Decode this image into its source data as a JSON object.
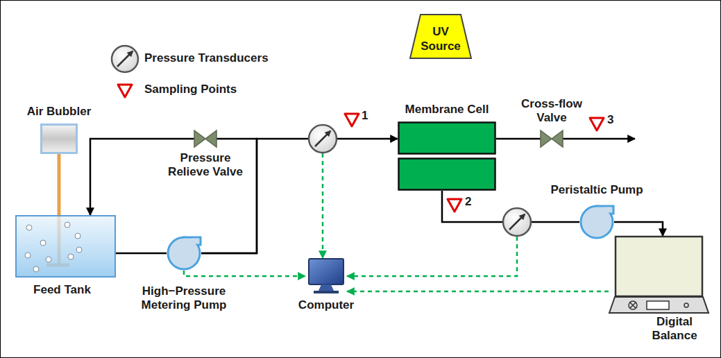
{
  "diagram": {
    "nodes": [
      {
        "text": [
          "Air Bubbler"
        ]
      },
      {
        "text": [
          "Pressure Relieve Valve"
        ]
      },
      {
        "text": [
          "UV Source"
        ]
      },
      {
        "text": [
          "Membrane Cell"
        ]
      },
      {
        "text": [
          "Cross-flow Valve"
        ]
      },
      {
        "text": [
          "Feed Tank"
        ]
      },
      {
        "text": [
          "High−Pressure Metering Pump"
        ]
      },
      {
        "text": [
          "Computer"
        ]
      },
      {
        "text": [
          "Peristaltic Pump"
        ]
      },
      {
        "text": [
          "Digital Balance"
        ]
      }
    ],
    "edges": [
      {
        "from": 0,
        "to": 5,
        "arrow": "none"
      },
      {
        "from": 5,
        "to": 6,
        "arrow": "none"
      },
      {
        "from": 6,
        "to": 1,
        "arrow": "none"
      },
      {
        "from": 1,
        "to": 5,
        "arrow": "to"
      },
      {
        "from": 6,
        "to": 3,
        "arrow": "to"
      },
      {
        "from": 3,
        "to": 4,
        "arrow": "none"
      },
      {
        "from": 3,
        "to": 8,
        "arrow": "none"
      },
      {
        "from": 8,
        "to": 9,
        "arrow": "to"
      },
      {
        "from": 6,
        "to": 7,
        "arrow": "to"
      },
      {
        "from": 9,
        "to": 7,
        "arrow": "to"
      }
    ],
    "labels": [
      "1",
      "2",
      "3"
    ],
    "legend": [
      {
        "text": "Pressure Transducers"
      },
      {
        "text": "Sampling Points"
      }
    ]
  }
}
